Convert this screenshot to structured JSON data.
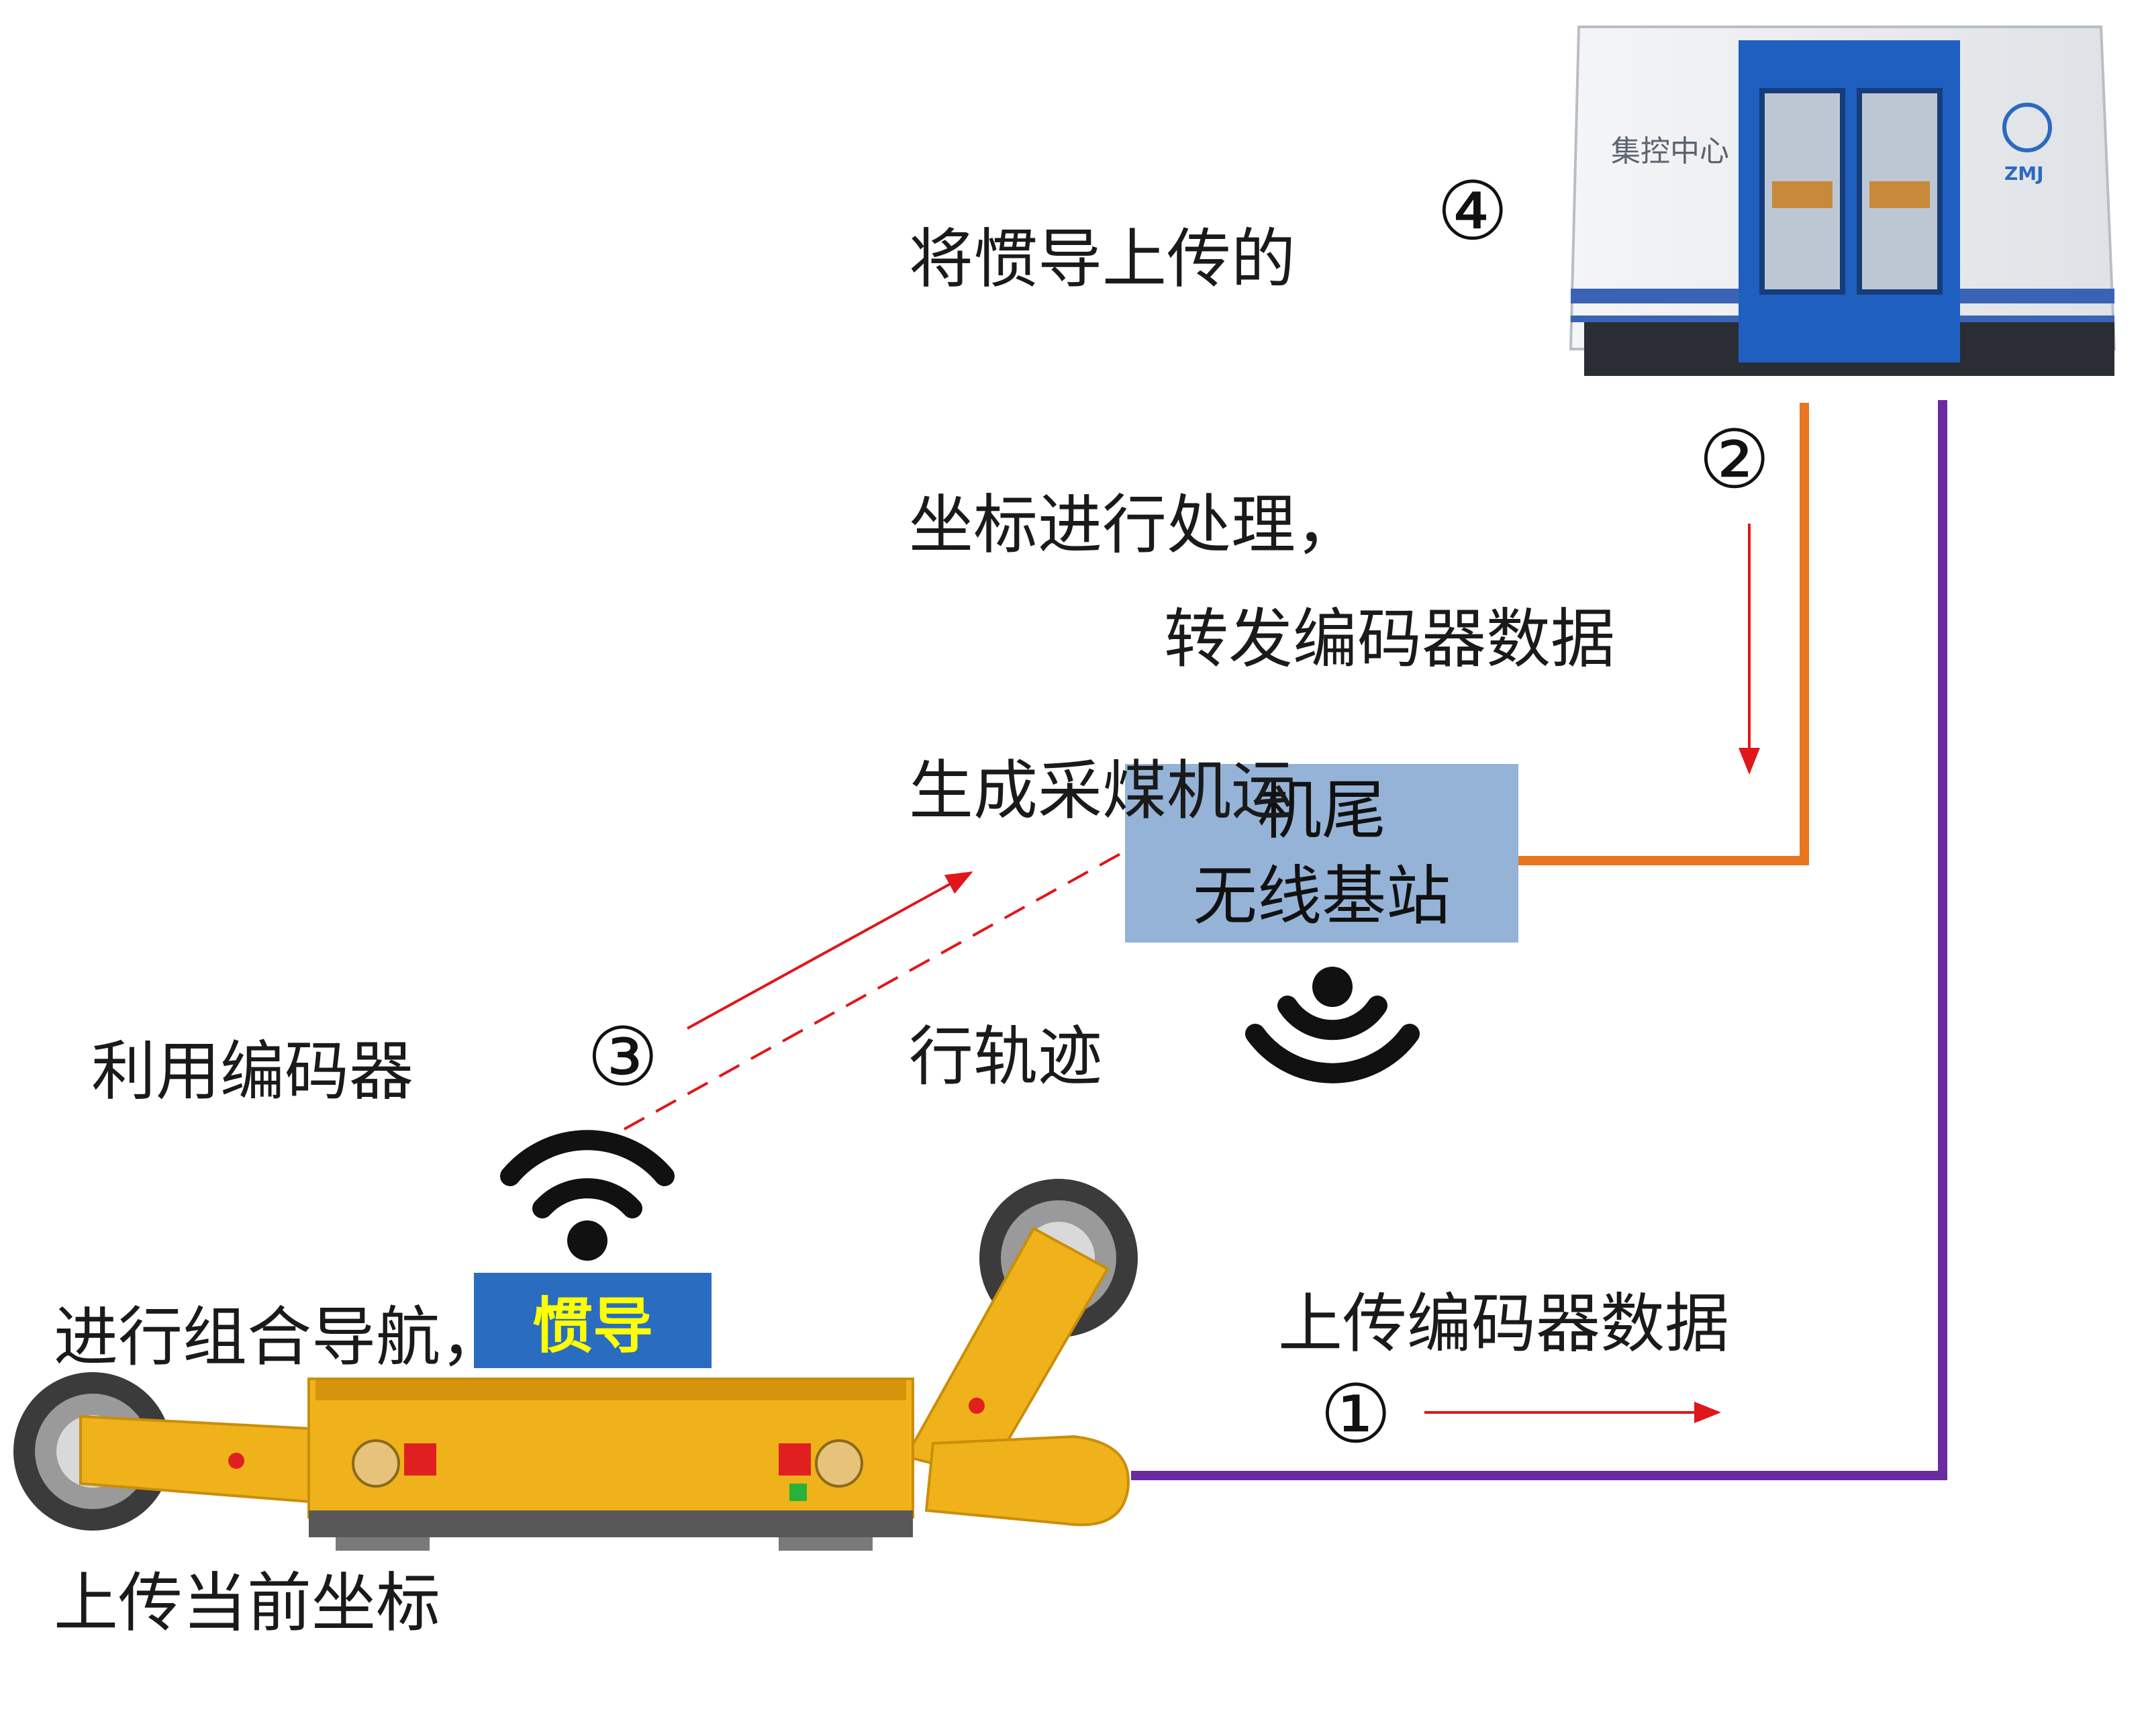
{
  "colors": {
    "orange_link": "#e8761e",
    "purple_link": "#6a2aa0",
    "arrow_red": "#e0161b",
    "base_box": "#95b3d7",
    "ins_box": "#2a6cbf",
    "ins_text": "#ffff00",
    "shearer_body": "#f0b21a"
  },
  "icons": [
    "wifi-icon",
    "wireless-signal-icon",
    "control-center-icon",
    "shearer-icon"
  ],
  "step1": {
    "symbol": "①",
    "text": "上传编码器数据"
  },
  "step2": {
    "symbol": "②",
    "text": "转发编码器数据"
  },
  "step3": {
    "symbol": "③",
    "lines": [
      "利用编码器",
      "进行组合导航，",
      "上传当前坐标"
    ]
  },
  "step4": {
    "symbol": "④",
    "lines": [
      "将惯导上传的",
      "坐标进行处理，",
      "生成采煤机运",
      "行轨迹"
    ]
  },
  "base_station": {
    "lines": [
      "机尾",
      "无线基站"
    ]
  },
  "ins_label": "惯导",
  "control_center": {
    "sign": "集控中心",
    "logo_text": "ZMJ"
  }
}
